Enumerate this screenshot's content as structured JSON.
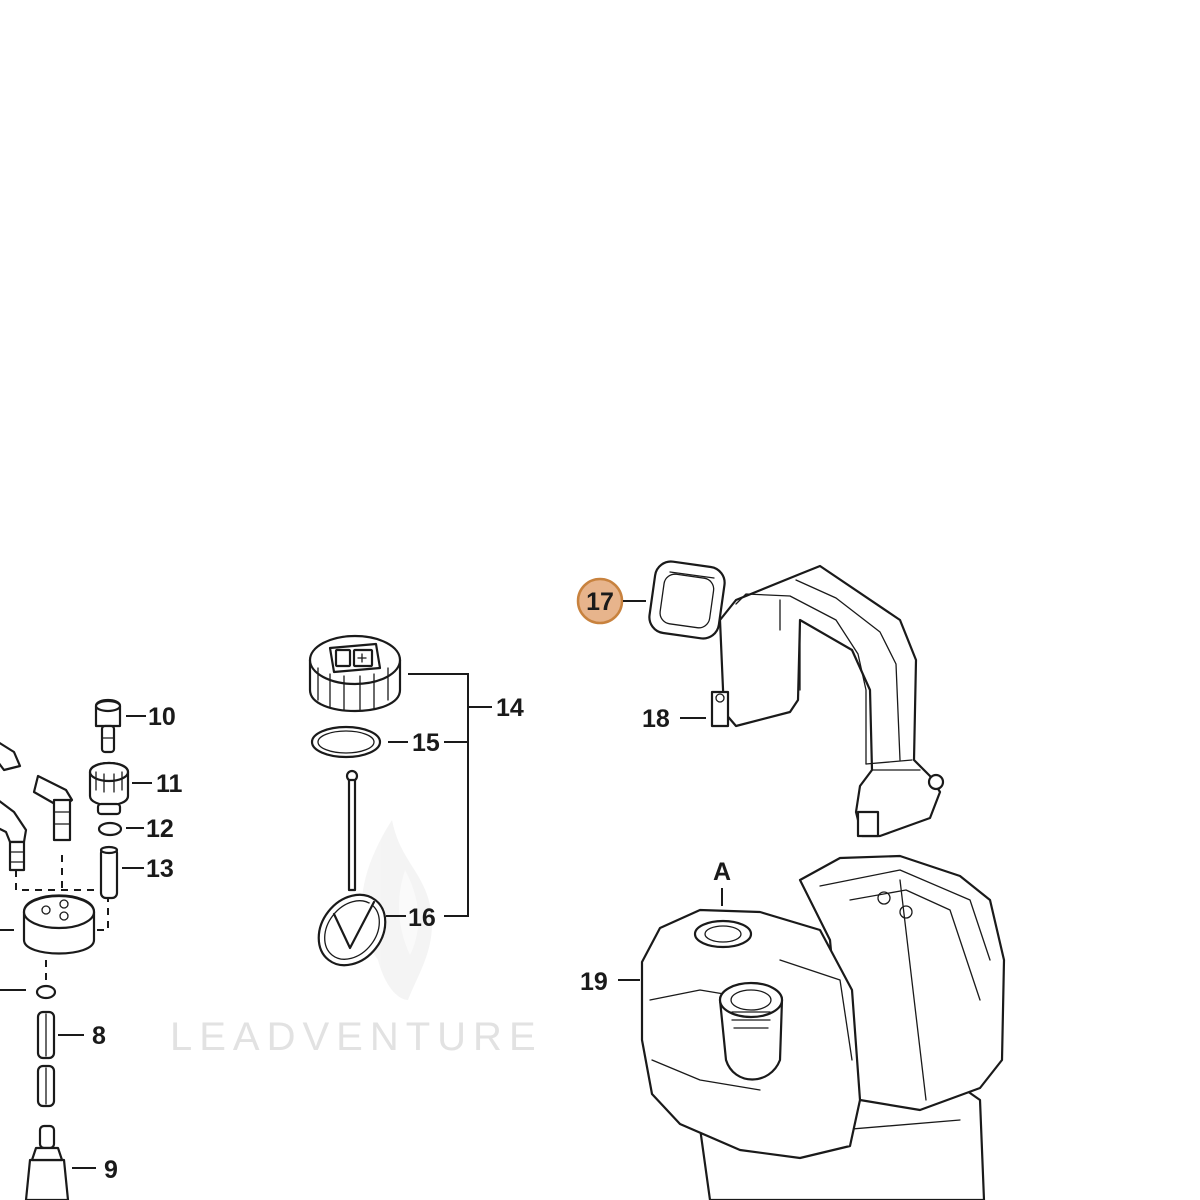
{
  "watermark": {
    "text": "LEADVENTURE"
  },
  "highlight": {
    "part": "17",
    "fill": "#E7B48C",
    "stroke": "#C8823E"
  },
  "labels": {
    "p8": "8",
    "p9": "9",
    "p10": "10",
    "p11": "11",
    "p12": "12",
    "p13": "13",
    "p14": "14",
    "p15": "15",
    "p16": "16",
    "p17": "17",
    "p18": "18",
    "p19": "19",
    "pA": "A"
  }
}
